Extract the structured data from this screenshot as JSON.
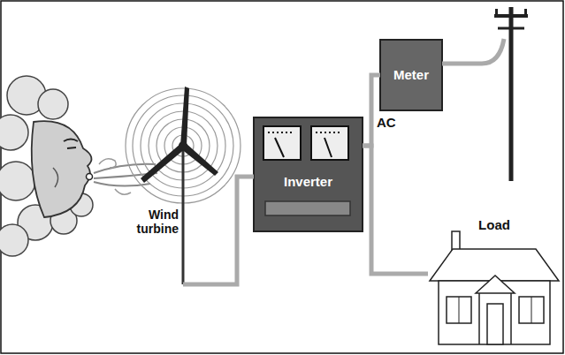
{
  "diagram": {
    "nodes": [
      {
        "text": [
          "Wind turbine"
        ]
      },
      {
        "text": [
          "Inverter"
        ]
      },
      {
        "text": [
          "Meter"
        ]
      },
      {
        "text": [
          "Load"
        ]
      }
    ],
    "edges": [
      {
        "from": 0,
        "to": 1,
        "arrow": "none"
      },
      {
        "from": 1,
        "to": 2,
        "arrow": "none"
      },
      {
        "from": 1,
        "to": 3,
        "arrow": "none"
      }
    ],
    "labels": [
      "AC"
    ]
  }
}
